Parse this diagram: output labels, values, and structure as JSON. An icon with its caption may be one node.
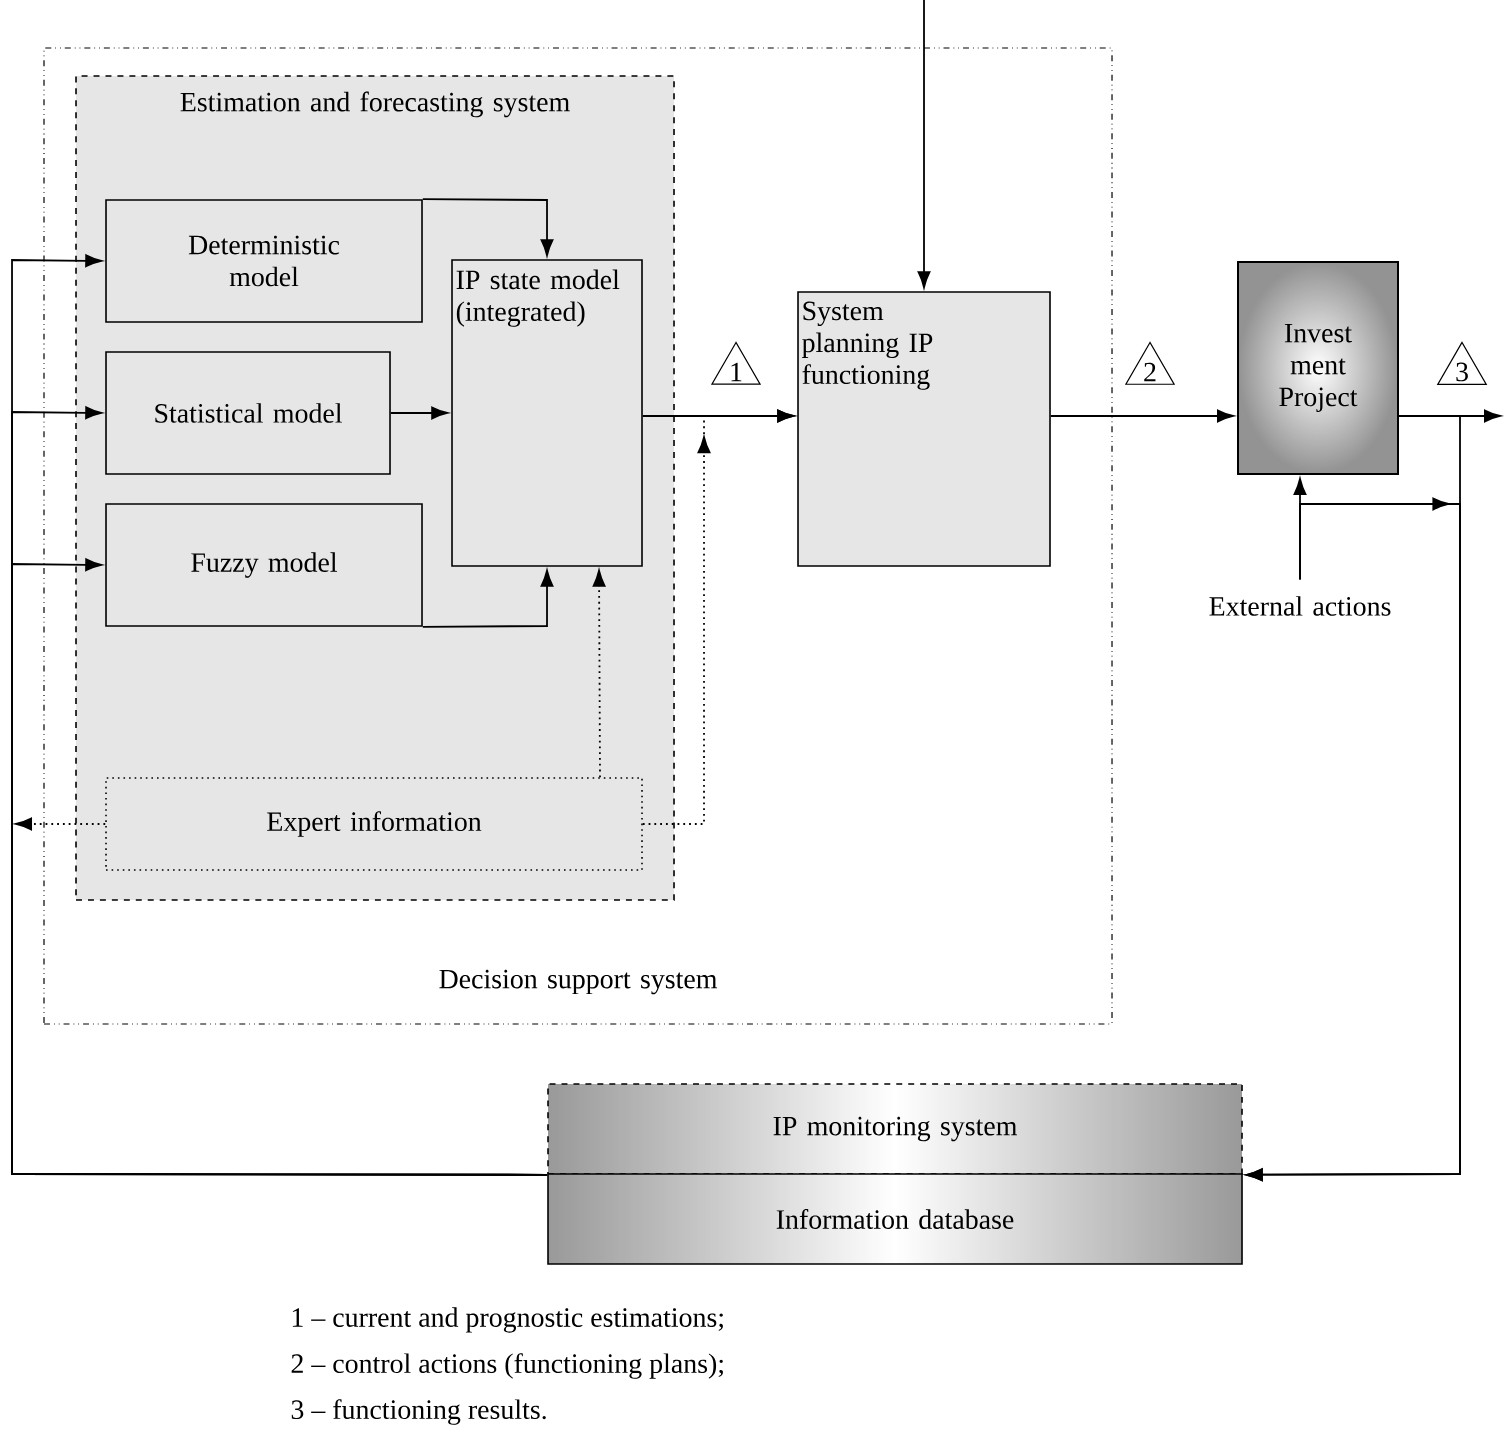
{
  "diagram": {
    "nodes": [
      {
        "text": [
          "Decision support system"
        ]
      },
      {
        "text": [
          "Estimation and forecasting system"
        ],
        "in": 0
      },
      {
        "text": [
          "Deterministic model"
        ],
        "in": 1
      },
      {
        "text": [
          "Statistical model"
        ],
        "in": 1
      },
      {
        "text": [
          "Fuzzy model"
        ],
        "in": 1
      },
      {
        "text": [
          "IP state model (integrated)"
        ],
        "in": 1
      },
      {
        "text": [
          "Expert information"
        ],
        "in": 1
      },
      {
        "text": [
          "System planning IP functioning"
        ],
        "in": 0
      },
      {
        "text": [
          "Invest ment Project"
        ]
      },
      {
        "text": [
          "IP monitoring system"
        ]
      },
      {
        "text": [
          "Information database"
        ]
      },
      {
        "text": [
          "External actions"
        ]
      }
    ],
    "edges": [
      {
        "from": 9,
        "to": 2,
        "arrow": "to"
      },
      {
        "from": 9,
        "to": 3,
        "arrow": "to"
      },
      {
        "from": 9,
        "to": 4,
        "arrow": "to"
      },
      {
        "from": 2,
        "to": 5,
        "arrow": "to"
      },
      {
        "from": 3,
        "to": 5,
        "arrow": "to"
      },
      {
        "from": 4,
        "to": 5,
        "arrow": "to"
      },
      {
        "from": 6,
        "to": 5,
        "arrow": "to",
        "style": "dashed"
      },
      {
        "from": 6,
        "to": 7,
        "arrow": "to",
        "style": "dashed"
      },
      {
        "from": 6,
        "to": null,
        "arrow": "to",
        "style": "dashed"
      },
      {
        "from": 5,
        "to": 7,
        "arrow": "to",
        "label": "1"
      },
      {
        "from": 7,
        "to": 8,
        "arrow": "to",
        "label": "2"
      },
      {
        "from": 8,
        "to": null,
        "arrow": "to",
        "label": "3"
      },
      {
        "from": 8,
        "to": 9,
        "arrow": "to"
      },
      {
        "from": null,
        "to": 7,
        "arrow": "to"
      },
      {
        "from": 11,
        "to": 8,
        "arrow": "to"
      },
      {
        "from": 11,
        "to": 9,
        "arrow": "to"
      }
    ],
    "labels": [
      "1 – current and prognostic estimations;",
      "2 – control actions (functioning plans);",
      "3 – functioning results."
    ]
  }
}
